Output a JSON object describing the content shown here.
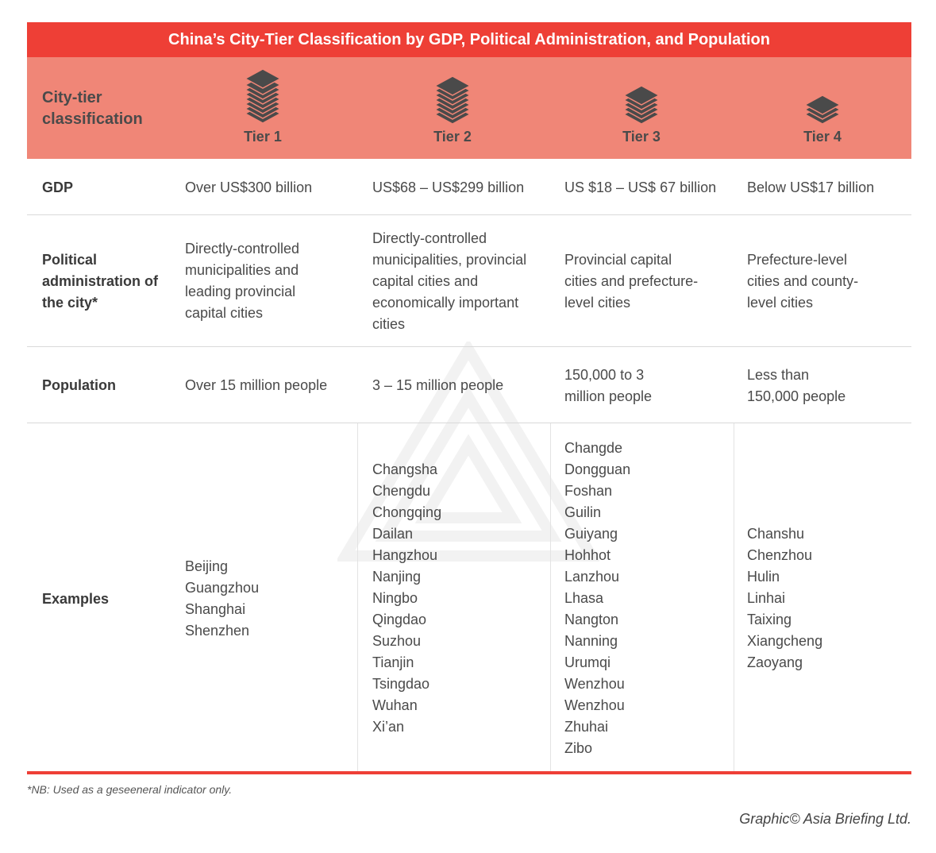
{
  "title": "China’s City-Tier Classification by GDP, Political Administration, and Population",
  "header": {
    "label": "City-tier classification",
    "tiers": [
      "Tier 1",
      "Tier 2",
      "Tier 3",
      "Tier 4"
    ]
  },
  "rows": {
    "gdp": {
      "label": "GDP",
      "values": [
        "Over US$300 billion",
        "US$68 – US$299 billion",
        "US $18 – US$ 67 billion",
        "Below US$17 billion"
      ]
    },
    "political": {
      "label": "Political administration of the city*",
      "values": [
        "Directly-controlled municipalities and leading provincial capital cities",
        "Directly-controlled municipalities, provincial capital cities and economically important cities",
        "Provincial capital cities and prefecture-level cities",
        "Prefecture-level cities and county-level cities"
      ]
    },
    "population": {
      "label": "Population",
      "values": [
        "Over 15 million people",
        "3 – 15 million people",
        "150,000 to 3 million people",
        "Less than 150,000 people"
      ]
    },
    "examples": {
      "label": "Examples",
      "tier1": [
        "Beijing",
        "Guangzhou",
        "Shanghai",
        "Shenzhen"
      ],
      "tier2": [
        "Changsha",
        "Chengdu",
        "Chongqing",
        "Dailan",
        "Hangzhou",
        "Nanjing",
        "Ningbo",
        "Qingdao",
        "Suzhou",
        "Tianjin",
        "Tsingdao",
        "Wuhan",
        "Xi’an"
      ],
      "tier3": [
        "Changde",
        "Dongguan",
        "Foshan",
        "Guilin",
        "Guiyang",
        "Hohhot",
        "Lanzhou",
        "Lhasa",
        "Nangton",
        "Nanning",
        "Urumqi",
        "Wenzhou",
        "Wenzhou",
        "Zhuhai",
        "Zibo"
      ],
      "tier4": [
        "Chanshu",
        "Chenzhou",
        "Hulin",
        "Linhai",
        "Taixing",
        "Xiangcheng",
        "Zaoyang"
      ]
    }
  },
  "footnote": "*NB: Used as a geseeneral indicator only.",
  "credit": "Graphic© Asia Briefing Ltd.",
  "colors": {
    "title_bar": "#ee3f36",
    "header_band": "#f08677",
    "icon": "#4a4a4a"
  },
  "icons": [
    "stack-layers-icon"
  ]
}
